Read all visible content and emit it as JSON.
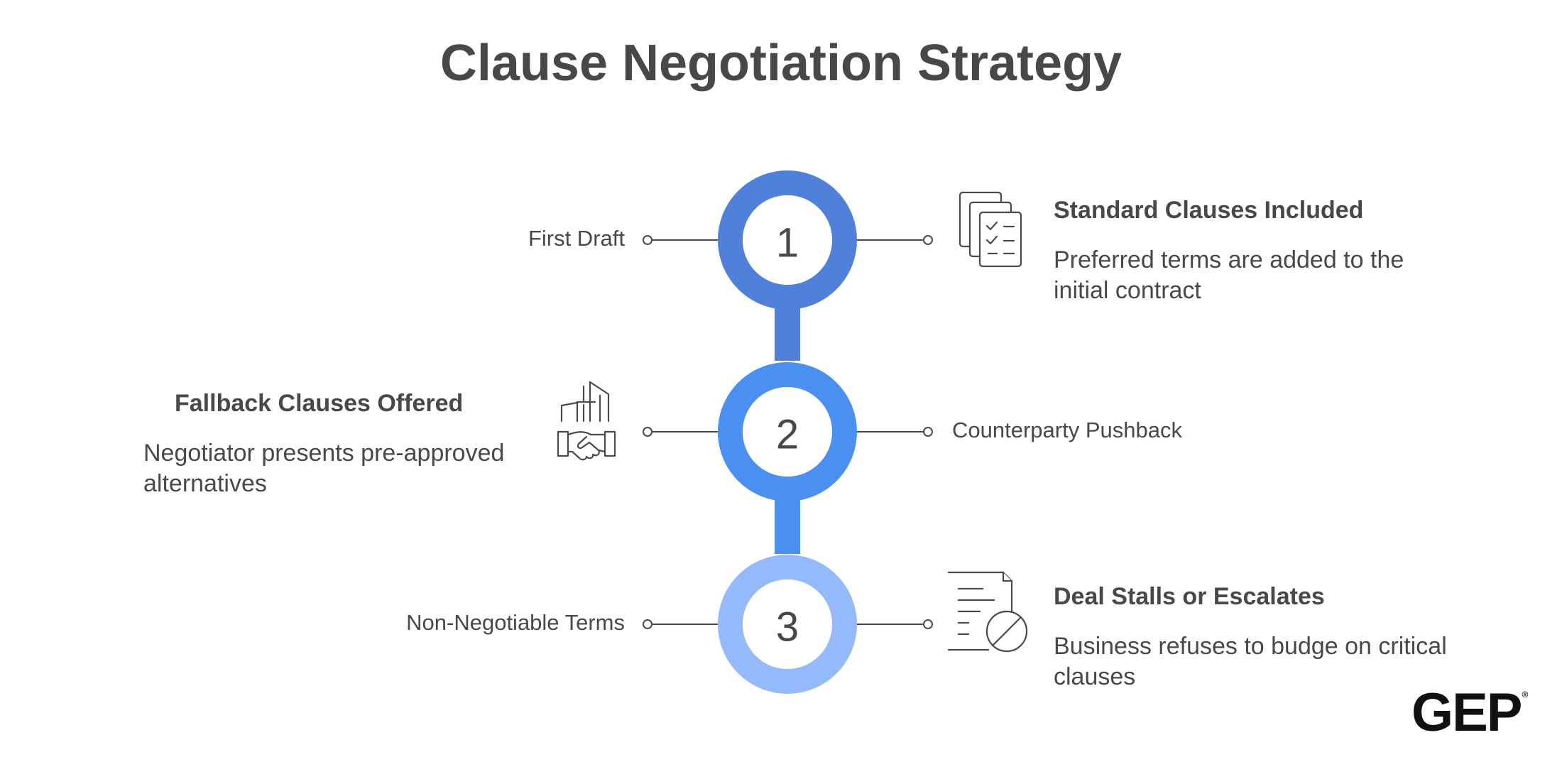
{
  "title": "Clause Negotiation Strategy",
  "colors": {
    "step1": "#4F81DB",
    "step2": "#4A90F2",
    "step3": "#94BAFB",
    "connector1": "#4F81DB",
    "connector2": "#4A90F2",
    "text": "#484848",
    "line": "#4A4A4A"
  },
  "steps": [
    {
      "number": "1",
      "side_label": "First Draft",
      "detail_title": "Standard Clauses Included",
      "detail_desc": "Preferred terms are added to the initial contract",
      "icon": "document-checklist-icon"
    },
    {
      "number": "2",
      "side_label": "Counterparty Pushback",
      "detail_title": "Fallback Clauses Offered",
      "detail_desc": "Negotiator presents pre-approved alternatives",
      "icon": "handshake-buildings-icon"
    },
    {
      "number": "3",
      "side_label": "Non-Negotiable Terms",
      "detail_title": "Deal Stalls or Escalates",
      "detail_desc": "Business refuses to budge on critical clauses",
      "icon": "document-blocked-icon"
    }
  ],
  "logo": {
    "text": "GEP",
    "mark": "®"
  }
}
